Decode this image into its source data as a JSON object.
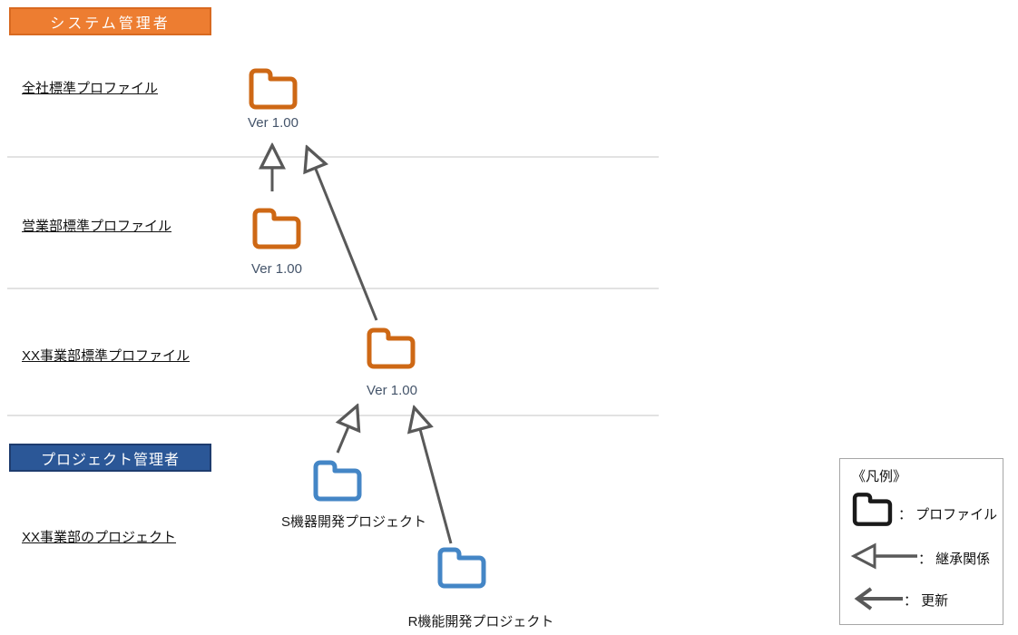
{
  "headers": {
    "system_admin": {
      "label": "システム管理者"
    },
    "project_admin": {
      "label": "プロジェクト管理者"
    }
  },
  "rows": [
    {
      "label": "全社標準プロファイル"
    },
    {
      "label": "営業部標準プロファイル"
    },
    {
      "label": "XX事業部標準プロファイル"
    },
    {
      "label": "XX事業部のプロジェクト"
    }
  ],
  "profiles": [
    {
      "name": "company-standard-profile",
      "version": "Ver 1.00"
    },
    {
      "name": "sales-dept-standard-profile",
      "version": "Ver 1.00"
    },
    {
      "name": "xx-division-standard-profile",
      "version": "Ver 1.00"
    }
  ],
  "projects": [
    {
      "name": "s-device-project",
      "label": "S機器開発プロジェクト"
    },
    {
      "name": "r-function-project",
      "label": "R機能開発プロジェクト"
    }
  ],
  "legend": {
    "title": "《凡例》",
    "items": [
      {
        "icon": "folder-icon",
        "label": "： プロファイル"
      },
      {
        "icon": "inheritance-arrow-icon",
        "label": "： 継承関係"
      },
      {
        "icon": "update-arrow-icon",
        "label": "： 更新"
      }
    ]
  },
  "colors": {
    "header_system_bg": "#ED7D31",
    "header_project_bg": "#2B5797",
    "profile_folder": "#CE6815",
    "project_folder": "#4486C6",
    "legend_folder": "#1A1A1A",
    "arrow": "#595959",
    "version_text": "#44546A",
    "divider": "#E2E2E2"
  }
}
